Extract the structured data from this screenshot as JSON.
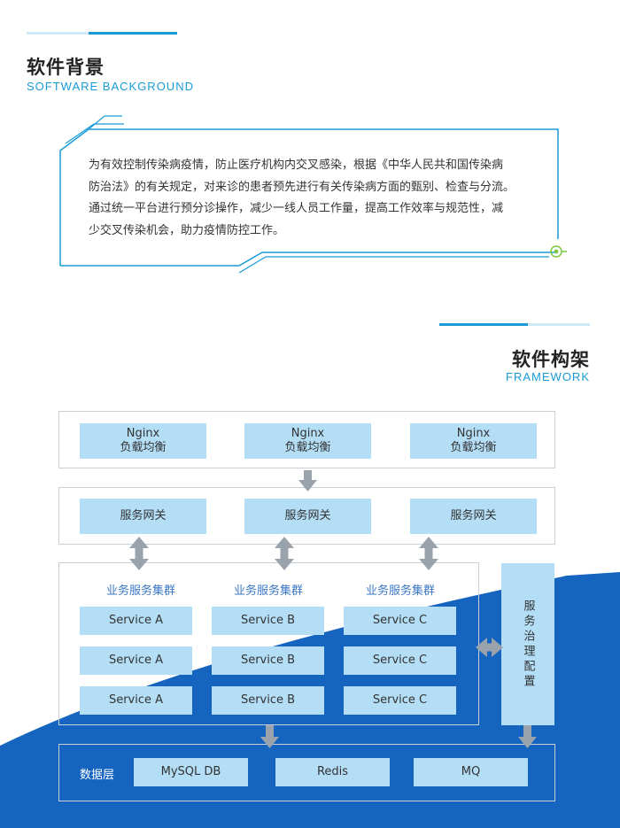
{
  "background_section": {
    "title_cn": "软件背景",
    "title_en": "SOFTWARE BACKGROUND",
    "paragraph_lines": [
      "为有效控制传染病疫情，防止医疗机构内交叉感染，根据《中华人民共和国传染病",
      "防治法》的有关规定，对来诊的患者预先进行有关传染病方面的甄别、检查与分流。",
      "通过统一平台进行预分诊操作，减少一线人员工作量，提高工作效率与规范性，减",
      "少交叉传染机会，助力疫情防控工作。"
    ]
  },
  "framework_section": {
    "title_cn": "软件构架",
    "title_en": "FRAMEWORK"
  },
  "architecture": {
    "nginx_layer": [
      {
        "line1": "Nginx",
        "line2": "负载均衡"
      },
      {
        "line1": "Nginx",
        "line2": "负载均衡"
      },
      {
        "line1": "Nginx",
        "line2": "负载均衡"
      }
    ],
    "gateway_layer": [
      "服务网关",
      "服务网关",
      "服务网关"
    ],
    "clusters": [
      {
        "label": "业务服务集群",
        "services": [
          "Service A",
          "Service A",
          "Service A"
        ]
      },
      {
        "label": "业务服务集群",
        "services": [
          "Service B",
          "Service B",
          "Service B"
        ]
      },
      {
        "label": "业务服务集群",
        "services": [
          "Service C",
          "Service C",
          "Service C"
        ]
      }
    ],
    "governance": "服务治理配置",
    "data_layer": {
      "label": "数据层",
      "items": [
        "MySQL DB",
        "Redis",
        "MQ"
      ]
    }
  },
  "colors": {
    "accent_blue": "#1a9bd7",
    "dark_blue": "#1565c0",
    "cell_fill": "#b3def6",
    "cluster_label": "#3b78c4",
    "arrow_gray": "#9aa3ab"
  }
}
